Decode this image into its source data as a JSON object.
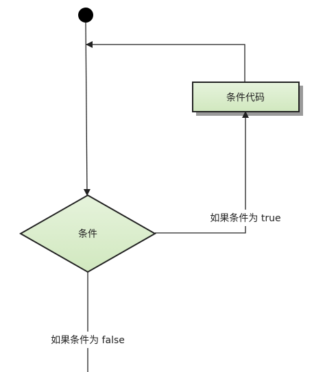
{
  "diagram": {
    "nodes": {
      "start": {
        "label": ""
      },
      "condition": {
        "label": "条件"
      },
      "code": {
        "label": "条件代码"
      }
    },
    "edges": {
      "true_label": "如果条件为 true",
      "false_label": "如果条件为 false"
    }
  },
  "colors": {
    "node_fill": "#d9ecc9",
    "node_border": "#222222",
    "line": "#222222",
    "shadow": "#9a9a9a",
    "background": "#ffffff"
  }
}
